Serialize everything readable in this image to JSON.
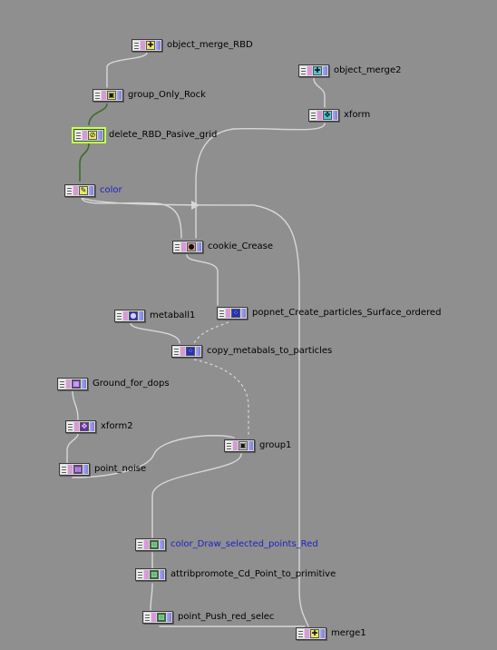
{
  "colors": {
    "background": "#8f8f8f",
    "wire": "#d7d7d7",
    "selected_wire": "#3a6d2b",
    "blue_label": "#1e1ec8"
  },
  "nodes": [
    {
      "id": "object_merge_RBD",
      "label": "object_merge_RBD",
      "icon": "merge-icon",
      "icon_bg": "#e8e86a",
      "glyph": "✚"
    },
    {
      "id": "group_Only_Rock",
      "label": "group_Only_Rock",
      "icon": "group-icon",
      "icon_bg": "#e8e86a",
      "glyph": "▣"
    },
    {
      "id": "delete_RBD_Pasive_grid",
      "label": "delete_RBD_Pasive_grid",
      "icon": "delete-icon",
      "icon_bg": "#e8e86a",
      "glyph": "⊘"
    },
    {
      "id": "color",
      "label": "color",
      "icon": "color-icon",
      "icon_bg": "#e8e86a",
      "glyph": "✎"
    },
    {
      "id": "object_merge2",
      "label": "object_merge2",
      "icon": "merge-icon",
      "icon_bg": "#4cc7d6",
      "glyph": "✚"
    },
    {
      "id": "xform",
      "label": "xform",
      "icon": "transform-icon",
      "icon_bg": "#4cc7d6",
      "glyph": "✥"
    },
    {
      "id": "cookie_Crease",
      "label": "cookie_Crease",
      "icon": "cookie-icon",
      "icon_bg": "#e09494",
      "glyph": "●"
    },
    {
      "id": "popnet",
      "label": "popnet_Create_particles_Surface_ordered",
      "icon": "particle-icon",
      "icon_bg": "#2730b8",
      "glyph": "⁘"
    },
    {
      "id": "metaball1",
      "label": "metaball1",
      "icon": "metaball-icon",
      "icon_bg": "#2730b8",
      "glyph": "●"
    },
    {
      "id": "copy_metabals_to_particles",
      "label": "copy_metabals_to_particles",
      "icon": "copy-icon",
      "icon_bg": "#2730b8",
      "glyph": "⁘"
    },
    {
      "id": "Ground_for_dops",
      "label": "Ground_for_dops",
      "icon": "grid-icon",
      "icon_bg": "#6b2f9e",
      "glyph": "▦"
    },
    {
      "id": "xform2",
      "label": "xform2",
      "icon": "transform-icon",
      "icon_bg": "#6b2f9e",
      "glyph": "✥"
    },
    {
      "id": "point_noise",
      "label": "point_noise",
      "icon": "noise-icon",
      "icon_bg": "#6b2f9e",
      "glyph": "▤"
    },
    {
      "id": "group1",
      "label": "group1",
      "icon": "group-icon",
      "icon_bg": "#d8d8d8",
      "glyph": "▣"
    },
    {
      "id": "color_Draw_selected_points_Red",
      "label": "color_Draw_selected_points_Red",
      "icon": "color-icon",
      "icon_bg": "#1f6b2e",
      "glyph": "▩"
    },
    {
      "id": "attribpromote",
      "label": "attribpromote_Cd_Point_to_primitive",
      "icon": "attrib-icon",
      "icon_bg": "#1f6b2e",
      "glyph": "▩"
    },
    {
      "id": "point_Push_red_selec",
      "label": "point_Push_red_selec",
      "icon": "point-icon",
      "icon_bg": "#1f6b2e",
      "glyph": "▩"
    },
    {
      "id": "merge1",
      "label": "merge1",
      "icon": "merge-icon",
      "icon_bg": "#e8e86a",
      "glyph": "✚"
    }
  ]
}
